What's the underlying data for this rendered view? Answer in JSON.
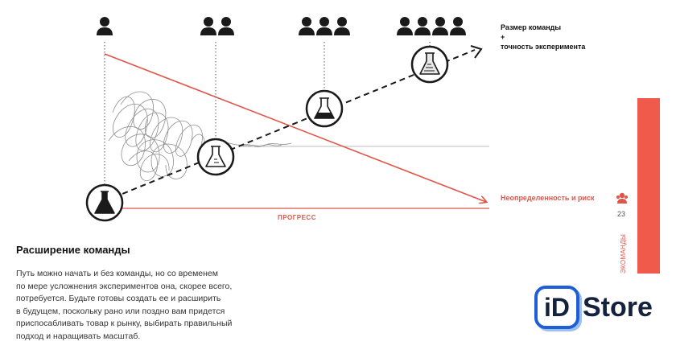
{
  "diagram": {
    "label_top_line1": "Размер команды",
    "label_top_plus": "+",
    "label_top_line2": "точность эксперимента",
    "label_risk": "Неопределенность и риск",
    "label_progress": "ПРОГРЕСС",
    "team_sizes": [
      1,
      2,
      3,
      4
    ],
    "colors": {
      "red": "#e05548",
      "dark": "#1a1a1a",
      "grey": "#9a9a9a"
    }
  },
  "section": {
    "heading": "Расширение команды",
    "body_lines": [
      "Путь можно начать и без команды, но со временем",
      "по мере усложнения экспериментов она, скорее всего,",
      "потребуется. Будьте готовы создать ее и расширить",
      "в будущем, поскольку рано или поздно вам придется",
      "приспосабливать товар к рынку, выбирать правильный",
      "подход и наращивать масштаб."
    ]
  },
  "sidebar": {
    "page_number": "23",
    "section_label": "ЭКОМАНДЫ",
    "icon": "team-icon",
    "accent_color": "#f05a4a"
  },
  "logo": {
    "mark": "iD",
    "word": "Store",
    "brand_color": "#1e5fd8"
  }
}
